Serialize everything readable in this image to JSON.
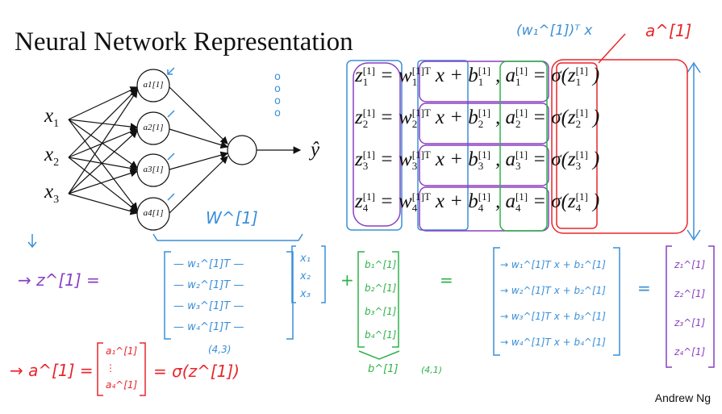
{
  "title": "Neural Network Representation",
  "network": {
    "inputs": [
      "x1",
      "x2",
      "x3"
    ],
    "hidden": [
      "a1[1]",
      "a2[1]",
      "a3[1]",
      "a4[1]"
    ],
    "output": "ŷ"
  },
  "equations": [
    {
      "z": "z",
      "zi": "1",
      "w": "w",
      "wi": "1",
      "b": "b",
      "bi": "1",
      "a": "a",
      "ai": "1"
    },
    {
      "z": "z",
      "zi": "2",
      "w": "w",
      "wi": "2",
      "b": "b",
      "bi": "2",
      "a": "a",
      "ai": "2"
    },
    {
      "z": "z",
      "zi": "3",
      "w": "w",
      "wi": "3",
      "b": "b",
      "bi": "3",
      "a": "a",
      "ai": "3"
    },
    {
      "z": "z",
      "zi": "4",
      "w": "w",
      "wi": "4",
      "b": "b",
      "bi": "4",
      "a": "a",
      "ai": "4"
    }
  ],
  "eq_parts": {
    "layer": "[1]",
    "layer_T": "[1]T",
    "eq": "=",
    "x_plus": "x +",
    "comma": ",",
    "sigma_open": "= σ(z",
    "close": ")"
  },
  "annotations": {
    "top_wT_x": "(w₁^[1])ᵀ x",
    "top_a": "a^[1]",
    "W_label": "W^[1]",
    "z_lhs": "→ z^[1] =",
    "w_rows": [
      "— w₁^[1]T —",
      "— w₂^[1]T —",
      "— w₃^[1]T —",
      "— w₄^[1]T —"
    ],
    "x_vec": [
      "x₁",
      "x₂",
      "x₃"
    ],
    "plus": "+",
    "b_vec": [
      "b₁^[1]",
      "b₂^[1]",
      "b₃^[1]",
      "b₄^[1]"
    ],
    "equals": "=",
    "result_rows": [
      "→ w₁^[1]T x + b₁^[1]",
      "→ w₂^[1]T x + b₂^[1]",
      "→ w₃^[1]T x + b₃^[1]",
      "→ w₄^[1]T x + b₄^[1]"
    ],
    "z_vec": [
      "z₁^[1]",
      "z₂^[1]",
      "z₃^[1]",
      "z₄^[1]"
    ],
    "shape_W": "(4,3)",
    "b_label": "b^[1]",
    "shape_b": "(4,1)",
    "a_lhs": "→ a^[1] =",
    "a_vec": [
      "a₁^[1]",
      "⋮",
      "a₄^[1]"
    ],
    "sigma_z": "= σ(z^[1])",
    "nodes_hint": "o o o o"
  },
  "credit": "Andrew Ng",
  "colors": {
    "blue": "#3a8fd8",
    "red": "#e8262b",
    "green": "#2fb24a",
    "purple": "#8a3fc0"
  }
}
